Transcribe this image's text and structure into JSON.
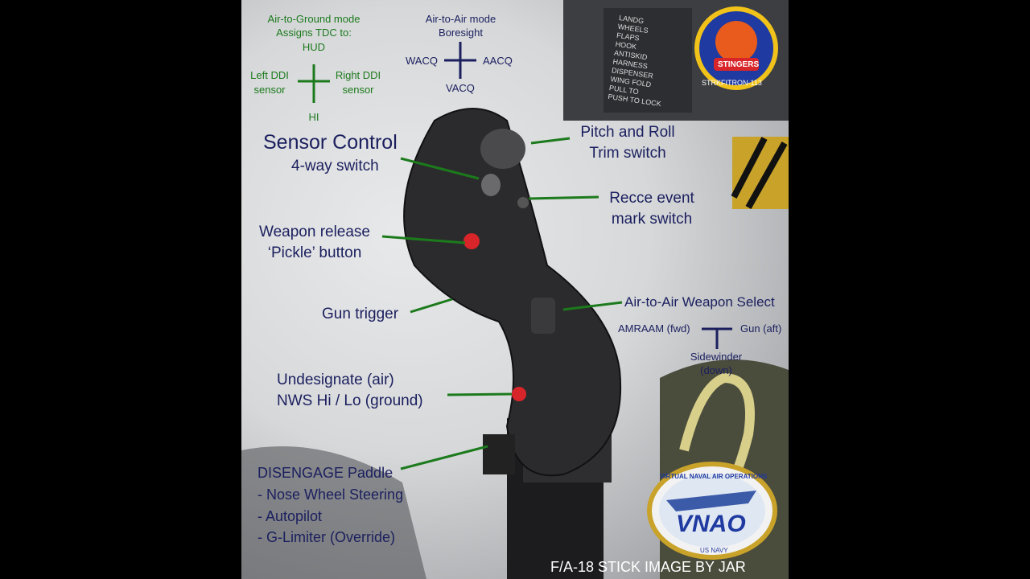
{
  "ag": {
    "title1": "Air-to-Ground mode",
    "title2": "Assigns TDC to:",
    "up": "HUD",
    "left1": "Left DDI",
    "left2": "sensor",
    "right1": "Right DDI",
    "right2": "sensor",
    "down": "HI"
  },
  "aa": {
    "title1": "Air-to-Air mode",
    "title2": "Boresight",
    "left": "WACQ",
    "right": "AACQ",
    "down": "VACQ"
  },
  "callouts": {
    "sensor1": "Sensor Control",
    "sensor2": "4-way switch",
    "pitch1": "Pitch and Roll",
    "pitch2": "Trim switch",
    "recce1": "Recce event",
    "recce2": "mark switch",
    "weapon1": "Weapon release",
    "weapon2": "‘Pickle’ button",
    "gun": "Gun trigger",
    "aaw": "Air-to-Air Weapon Select",
    "amraam": "AMRAAM (fwd)",
    "gunaft": "Gun (aft)",
    "side1": "Sidewinder",
    "side2": "(down)",
    "undes1": "Undesignate (air)",
    "undes2": "NWS Hi / Lo (ground)",
    "dis1": "DISENGAGE Paddle",
    "dis2": "- Nose Wheel Steering",
    "dis3": "- Autopilot",
    "dis4": "- G-Limiter (Override)"
  },
  "badges": {
    "stingers": "STINGERS",
    "stkfit": "STRKFITRON-113",
    "vnao_top": "VIRTUAL NAVAL AIR OPERATIONS",
    "vnao": "VNAO",
    "vnao_bottom": "US NAVY"
  },
  "placard": [
    "LANDG",
    "WHEELS",
    "FLAPS",
    "HOOK",
    "ANTISKID",
    "HARNESS",
    "DISPENSER",
    "WING FOLD",
    "PULL TO",
    "PUSH TO LOCK"
  ],
  "credit": "F/A-18 STICK IMAGE BY JAR",
  "colors": {
    "label": "#1b1f5e",
    "leader": "#1c7a1c",
    "accent": "#c0202a"
  }
}
